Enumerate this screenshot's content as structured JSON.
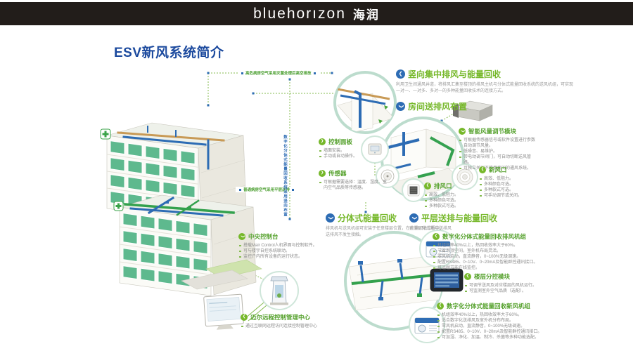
{
  "header": {
    "logo_en": "bluehorızon",
    "logo_cn": "海润"
  },
  "title": "ESV新风系统简介",
  "colors": {
    "accent_green": "#76b82a",
    "accent_blue": "#2d6cb4",
    "title_blue": "#1c4a9e",
    "topbar_black": "#221d1a"
  },
  "icons": {
    "chevron_left": "❮",
    "chevron_right": "❯",
    "chevron_down": "❯"
  },
  "notes": {
    "top": "高危病房空气采用灭菌处理后高空排放",
    "mid": "普通病房空气采用平层送排",
    "vertical": "数字化分体式能量回收系统采用竖向布置"
  },
  "sections": {
    "vertical_exhaust": {
      "title": "竖向集中排风与能量回收",
      "desc": "利用卫生间通风井道，将排风汇集至楼顶的排风主机与分体式能量回收系统的送风机组，可实现一对一、一对多、多对一的多种能量回收技术的连接方式。"
    },
    "room_layout": {
      "title": "房间送排风布置"
    },
    "vav_module": {
      "title": "智能风量调节模块",
      "bullets": [
        "可根据传感器信号或软件设置进行参数自动调节风量。",
        "低噪音、易维护。",
        "带电动调节阀门，可自动切断送风管路。",
        "可独立关闭不使用房间的通风系统。"
      ]
    },
    "control_panel": {
      "title": "控制面板",
      "bullets": [
        "墙面安装。",
        "手动或自动操作。"
      ]
    },
    "sensor": {
      "title": "传感器",
      "bullets": [
        "可根据需要选择：温度、湿度、室内空气品质等传感器。"
      ]
    },
    "exhaust_outlet": {
      "title": "排风口",
      "bullets": [
        "高效、低阻力。",
        "多种颜色可选。",
        "多种款式可选。"
      ]
    },
    "fresh_outlet": {
      "title": "新风口",
      "bullets": [
        "高效、低阻力。",
        "多种颜色可选。",
        "多种款式可选。",
        "可手动调节或关闭。"
      ]
    },
    "split_recovery": {
      "title": "分体式能量回收",
      "desc": "排风机与送风机组可安装于任意楼层位置，在能量回收过程中，送排风不发生接触。"
    },
    "floor_recovery": {
      "title": "平层送排与能量回收",
      "desc": "在单层完成集中送排风"
    },
    "exhaust_unit": {
      "title": "数字化分体式能量回收排风机组",
      "bullets": [
        "机组效率40%以上，热回收效率大于60%。",
        "节省吊顶空间，室外机布局灵活。",
        "零风机启动，直流静音，0~100%无级调速。",
        "配置RS485、0~10V、0~20mA及智能群控通讯接口。",
        "可远程节能在线监控。"
      ]
    },
    "floor_module": {
      "title": "楼层分控模块",
      "bullets": [
        "可调节送风及对应楼层的风机运行。",
        "可监测室外空气品质（选配）。"
      ]
    },
    "fresh_unit": {
      "title": "数字化分体式能量回收新风机组",
      "bullets": [
        "机组效率40%以上，热回收效率大于60%。",
        "适合数字化送排风及室外机分布布局。",
        "零风机启动，直流静音，0~100%无级调速。",
        "配置RS485、0~10V、0~20mA及智能群控通讯接口。",
        "可加湿、净化、加温、制冷、杀菌等多种功能选配。"
      ]
    },
    "central_console": {
      "title": "中央控制台",
      "bullets": [
        "搭载Mair Control人机界面与控制软件。",
        "可与楼宇自控系统联动。",
        "监控户内所有设备的运行状态。"
      ]
    },
    "remote_center": {
      "title": "迈尔远程控制管理中心",
      "bullets": [
        "通过互联网远程访问连接控制管理中心"
      ]
    }
  }
}
